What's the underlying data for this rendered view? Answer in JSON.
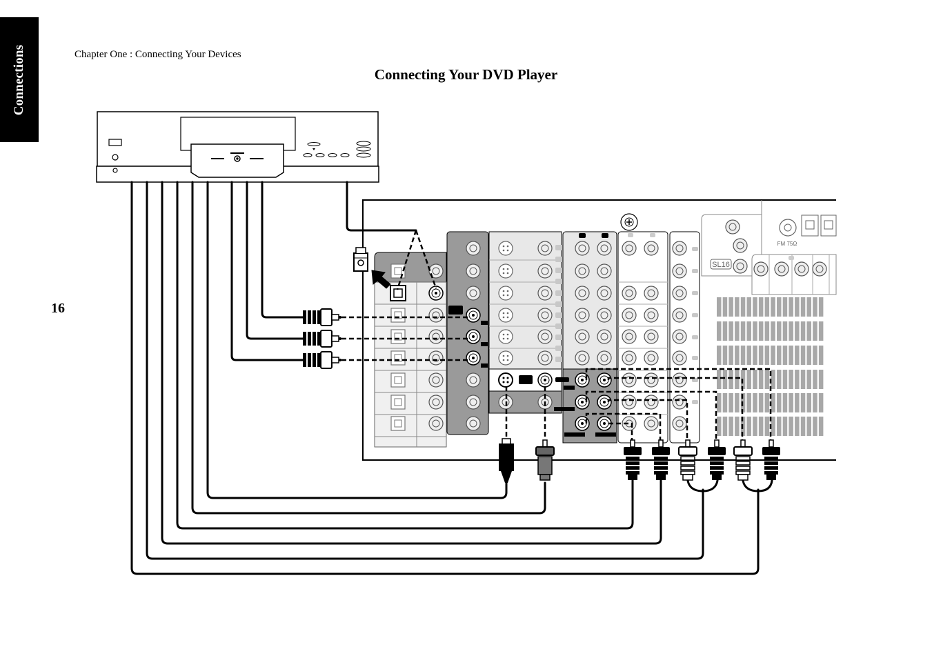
{
  "side_tab": {
    "label": "Connections"
  },
  "header": {
    "chapter": "Chapter One : Connecting Your Devices"
  },
  "page": {
    "title": "Connecting Your DVD Player",
    "number": "16"
  },
  "diagram": {
    "antenna_label": "FM 75Ω",
    "badge_label": "SL16",
    "colors": {
      "ink": "#000000",
      "panel_gray": "#9a9a9a",
      "panel_light": "#e8e8e8",
      "vent_gray": "#a8a8a8"
    }
  }
}
